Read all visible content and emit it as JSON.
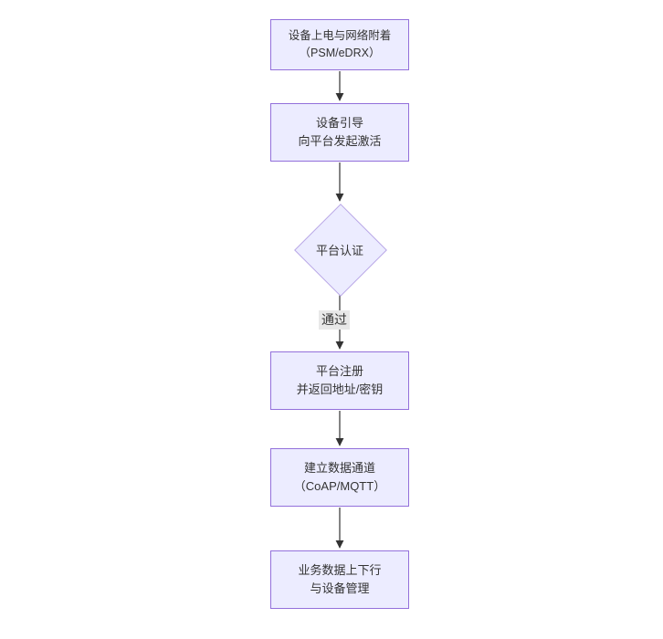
{
  "diagram": {
    "type": "flowchart",
    "direction": "top-down",
    "colors": {
      "node_fill": "#ECECFF",
      "node_border": "#9370DB",
      "diamond_border": "#b9a7e6",
      "edge_color": "#333333",
      "text_color": "#333333",
      "edge_label_bg": "#e8e8e8",
      "background": "#ffffff"
    },
    "nodes": [
      {
        "id": "n1",
        "shape": "rect",
        "line1": "设备上电与网络附着",
        "line2": "（PSM/eDRX）"
      },
      {
        "id": "n2",
        "shape": "rect",
        "line1": "设备引导",
        "line2": "向平台发起激活"
      },
      {
        "id": "n3",
        "shape": "diamond",
        "line1": "平台认证"
      },
      {
        "id": "n4",
        "shape": "rect",
        "line1": "平台注册",
        "line2": "并返回地址/密钥"
      },
      {
        "id": "n5",
        "shape": "rect",
        "line1": "建立数据通道",
        "line2": "（CoAP/MQTT）"
      },
      {
        "id": "n6",
        "shape": "rect",
        "line1": "业务数据上下行",
        "line2": "与设备管理"
      }
    ],
    "edges": [
      {
        "from": "n1",
        "to": "n2",
        "label": ""
      },
      {
        "from": "n2",
        "to": "n3",
        "label": ""
      },
      {
        "from": "n3",
        "to": "n4",
        "label": "通过"
      },
      {
        "from": "n4",
        "to": "n5",
        "label": ""
      },
      {
        "from": "n5",
        "to": "n6",
        "label": ""
      }
    ]
  }
}
